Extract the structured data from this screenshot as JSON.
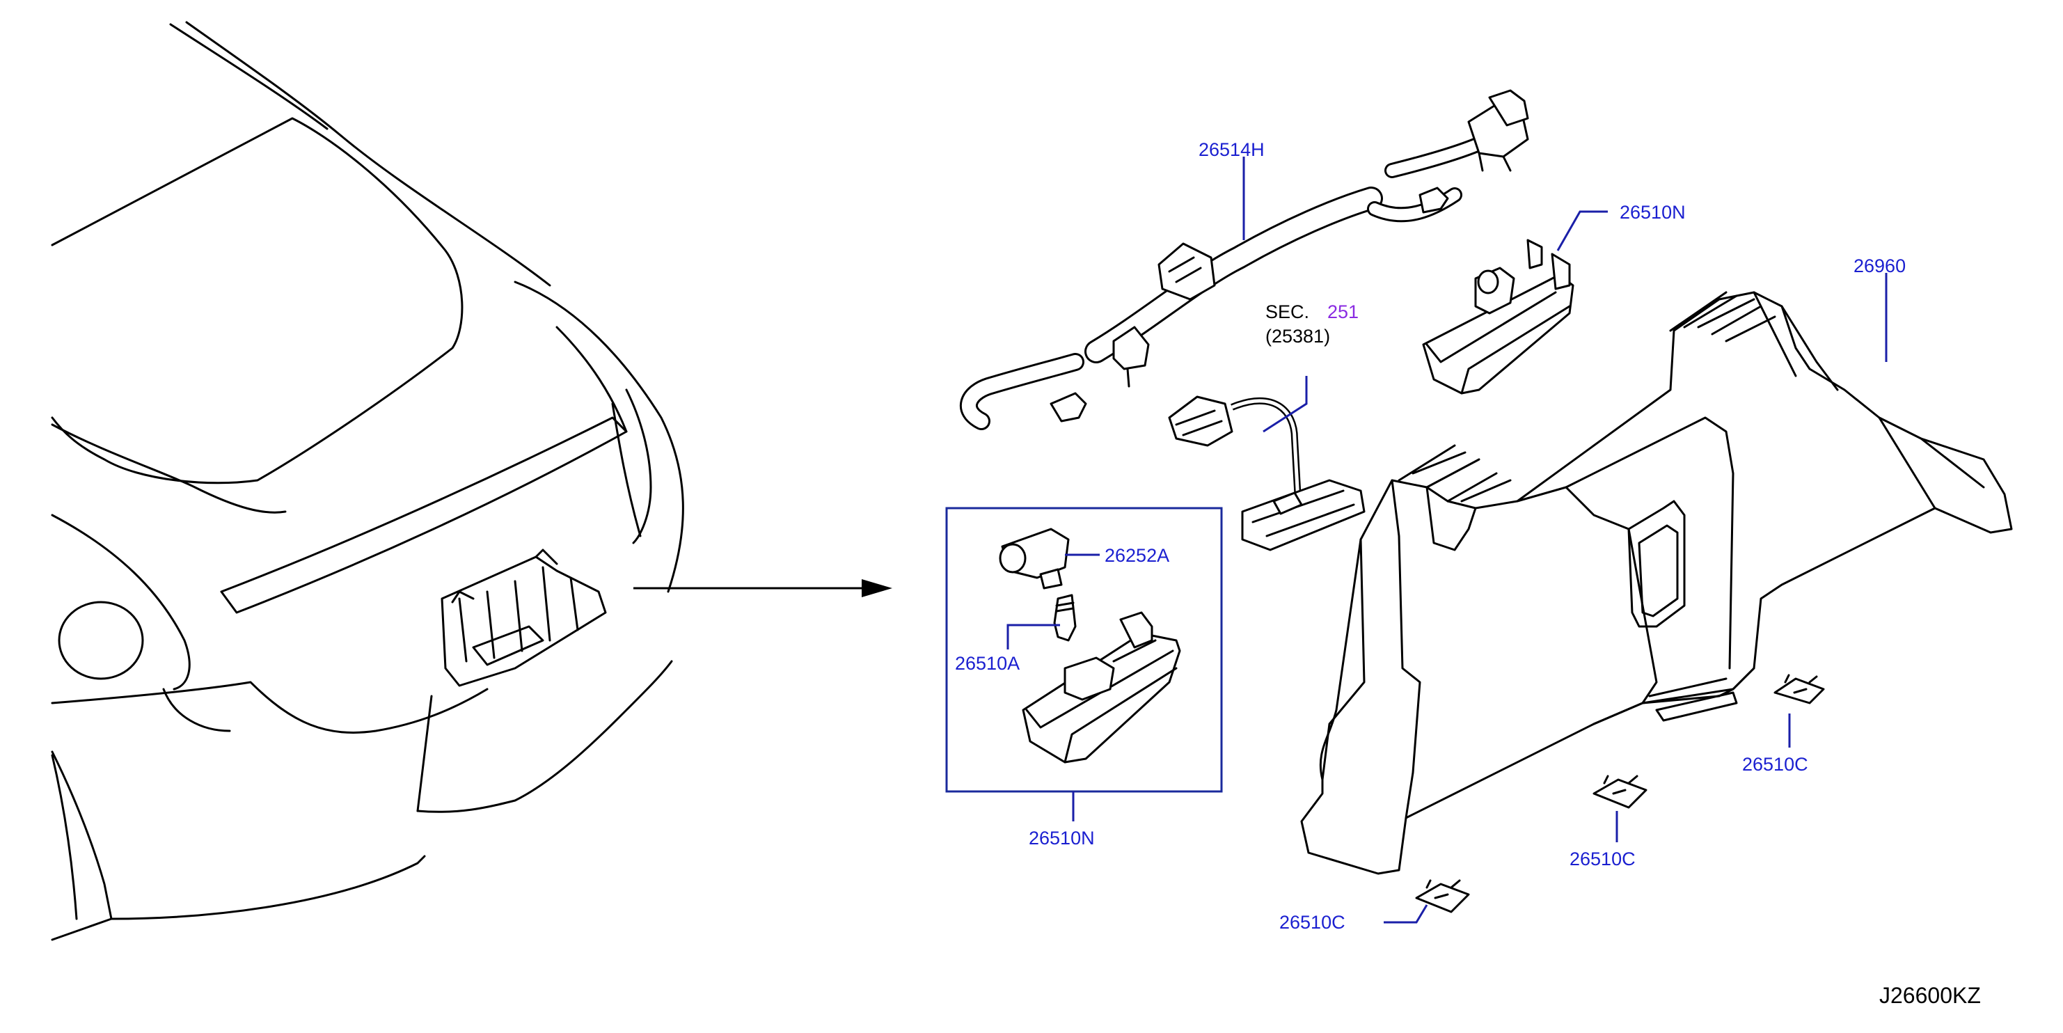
{
  "diagram": {
    "code": "J26600KZ",
    "colors": {
      "label": "#1a1fd0",
      "section_ref": "#8a2be2",
      "line": "#000000",
      "detail_box": "#1a2a9c"
    },
    "callouts": {
      "harness": "26514H",
      "lamp_top": "26510N",
      "finisher": "26960",
      "sec_prefix": "SEC.",
      "sec_num": "251",
      "sec_sub": "(25381)",
      "socket": "26252A",
      "bulb": "26510A",
      "lamp_detail": "26510N",
      "clip_1": "26510C",
      "clip_2": "26510C",
      "clip_3": "26510C"
    }
  }
}
